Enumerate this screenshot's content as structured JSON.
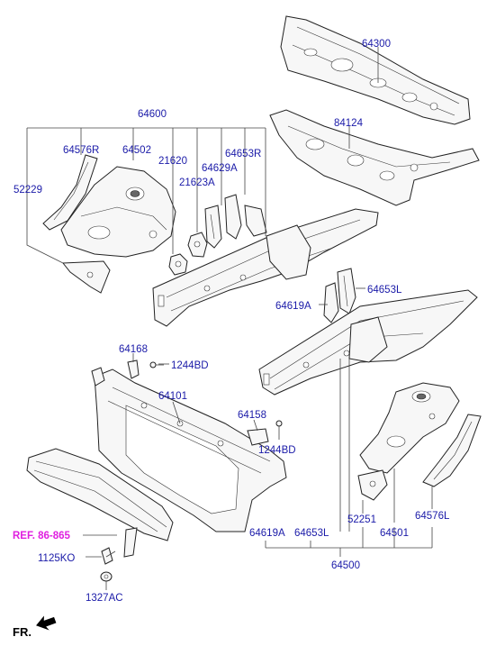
{
  "labels": {
    "p64300": "64300",
    "p84124": "84124",
    "p64600": "64600",
    "p64576R": "64576R",
    "p64502": "64502",
    "p21620": "21620",
    "p64653R": "64653R",
    "p64629A": "64629A",
    "p52229": "52229",
    "p21623A": "21623A",
    "p64653L": "64653L",
    "p64619A_a": "64619A",
    "p64168": "64168",
    "p1244BD_a": "1244BD",
    "p64101": "64101",
    "p64158": "64158",
    "p1244BD_b": "1244BD",
    "p52251": "52251",
    "p64501": "64501",
    "p64576L": "64576L",
    "p64619A_b": "64619A",
    "p64653L_b": "64653L",
    "p64500": "64500",
    "p1125KO": "1125KO",
    "p1327AC": "1327AC",
    "ref": "REF. 86-865",
    "fr": "FR."
  },
  "colors": {
    "label": "#1a1aa8",
    "ref": "#e020e0",
    "line": "#444444"
  },
  "icons": {
    "direction": "forward-arrow-icon"
  }
}
